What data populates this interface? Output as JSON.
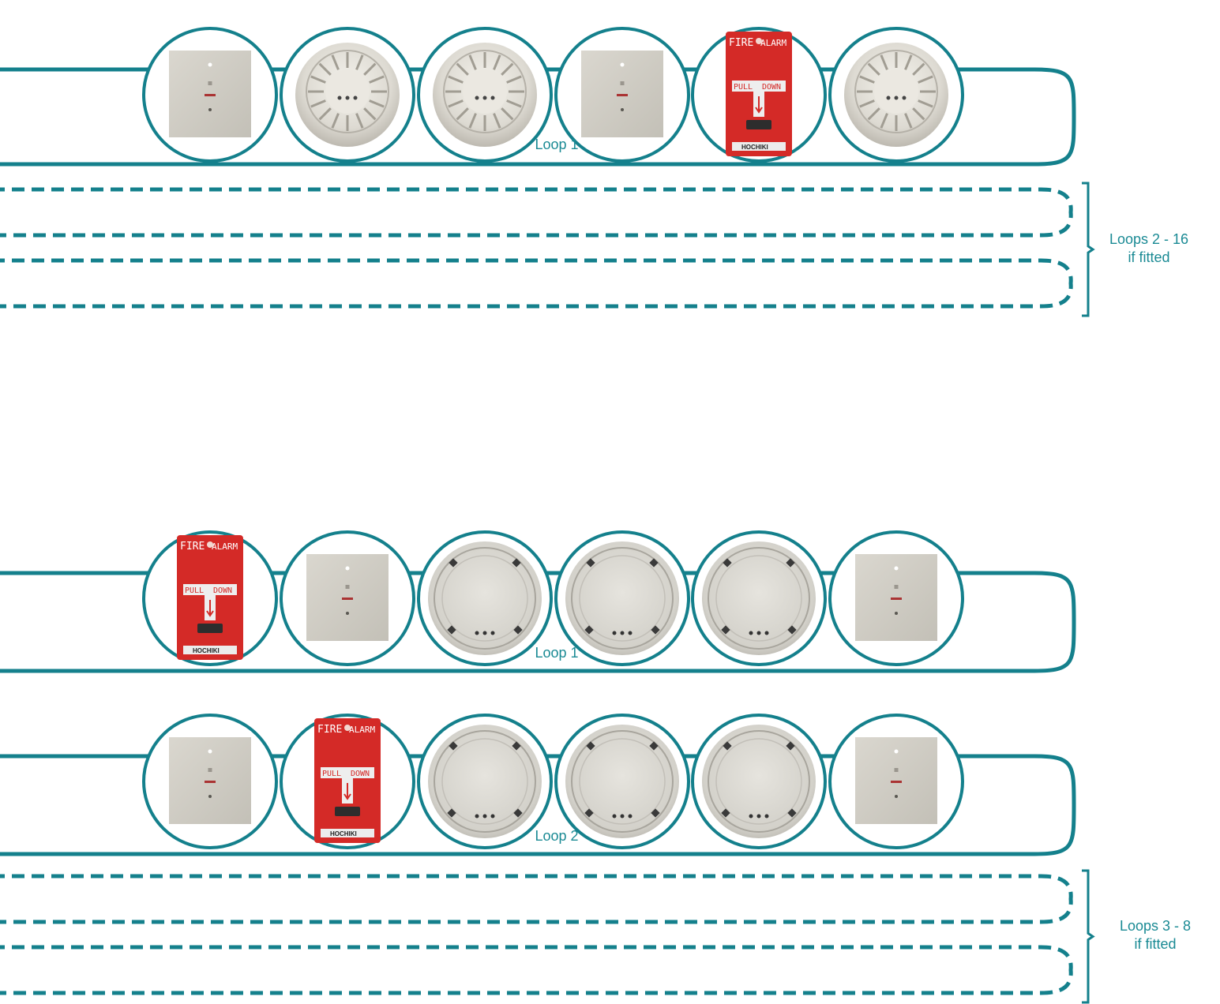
{
  "colors": {
    "wire": "#14808c",
    "label": "#1a8a94",
    "alarm_red": "#d42a27",
    "device_grey": "#cfcdc6"
  },
  "groups": [
    {
      "loops": [
        {
          "label": "Loop 1",
          "devices": [
            "module",
            "heat-detector",
            "heat-detector",
            "module",
            "manual-call-point",
            "heat-detector"
          ]
        }
      ],
      "dashed_loops": 2,
      "bracket_label_line1": "Loops 2 - 16",
      "bracket_label_line2": "if fitted"
    },
    {
      "loops": [
        {
          "label": "Loop 1",
          "devices": [
            "manual-call-point",
            "module",
            "smoke-detector",
            "smoke-detector",
            "smoke-detector",
            "module"
          ]
        },
        {
          "label": "Loop 2",
          "devices": [
            "module",
            "manual-call-point",
            "smoke-detector",
            "smoke-detector",
            "smoke-detector",
            "module"
          ]
        }
      ],
      "dashed_loops": 2,
      "bracket_label_line1": "Loops 3 - 8",
      "bracket_label_line2": "if fitted"
    }
  ],
  "call_point_text": {
    "top_left": "FIRE",
    "top_right": "ALARM",
    "pull_left": "PULL",
    "pull_right": "DOWN",
    "brand": "HOCHIKI"
  }
}
